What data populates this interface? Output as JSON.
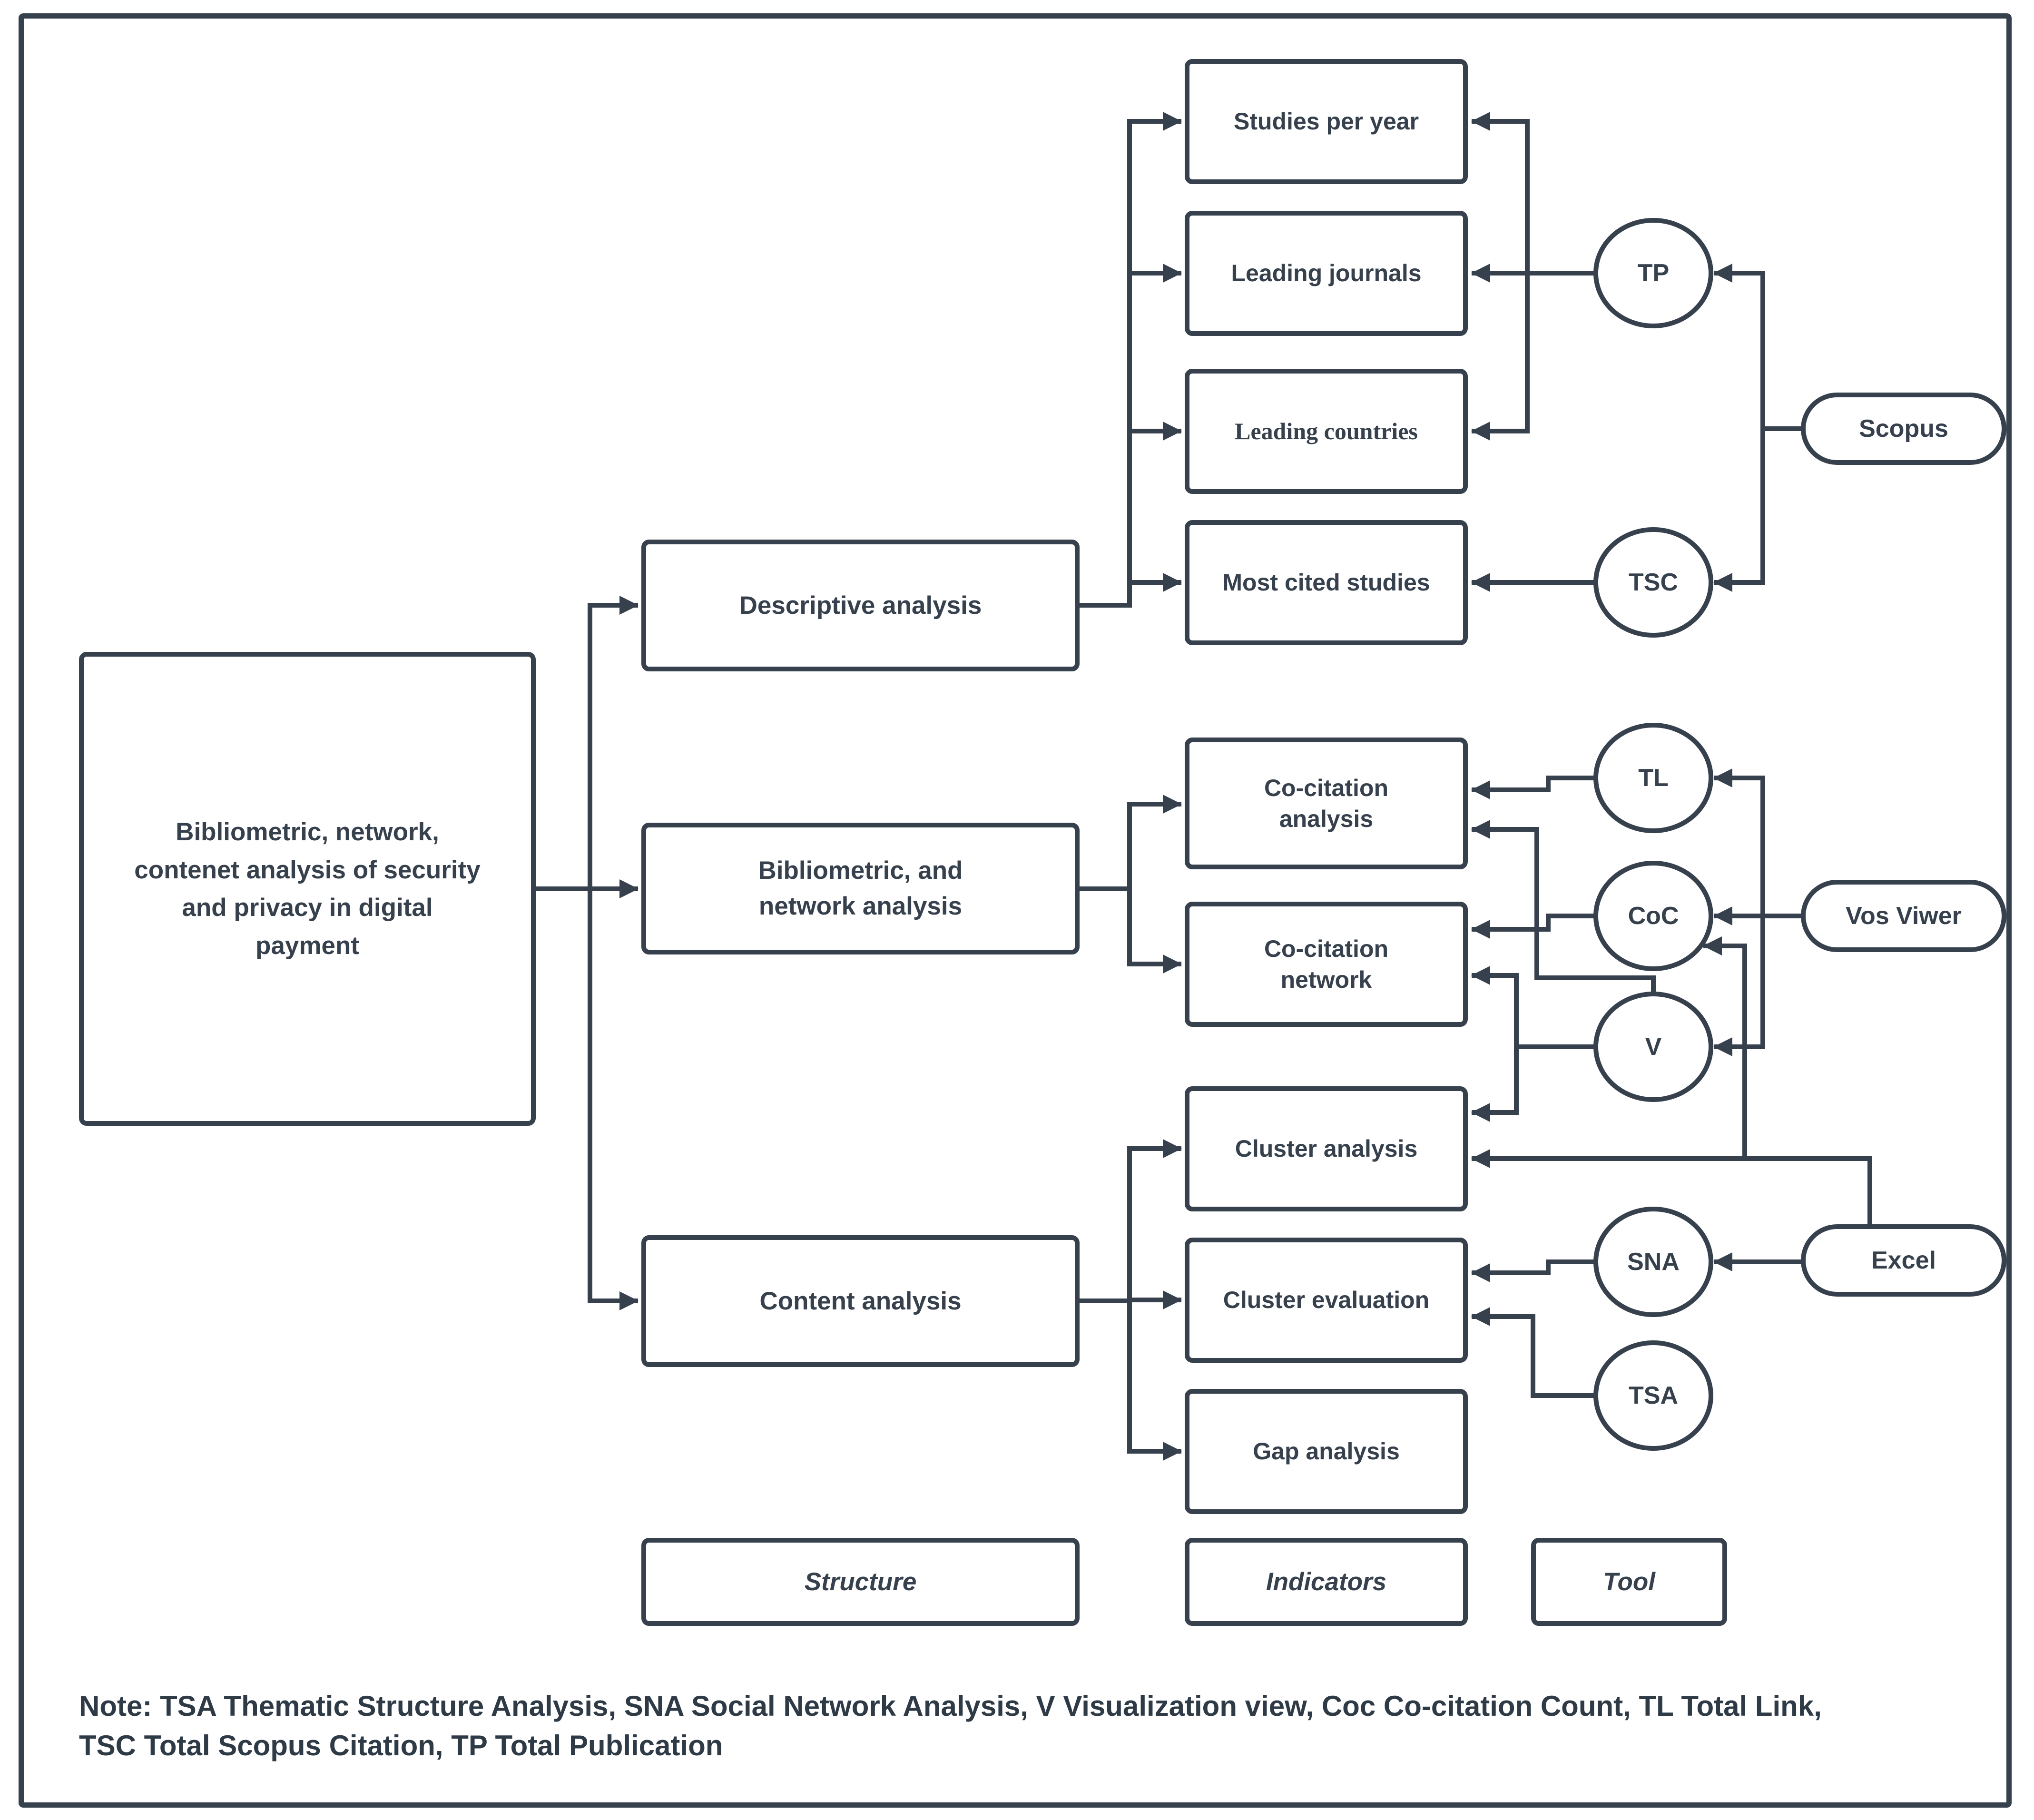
{
  "diagram": {
    "root_label": "Bibliometric, network, contenet analysis of security and privacy in digital payment",
    "structure": {
      "descriptive": "Descriptive analysis",
      "biblio_network": "Bibliometric, and network analysis",
      "content": "Content analysis"
    },
    "indicators": {
      "studies_per_year": "Studies per year",
      "leading_journals": "Leading journals",
      "leading_countries": "Leading countries",
      "most_cited_studies": "Most cited studies",
      "cocitation_analysis": "Co-citation analysis",
      "cocitation_network": "Co-citation network",
      "cluster_analysis": "Cluster analysis",
      "cluster_evaluation": "Cluster evaluation",
      "gap_analysis": "Gap analysis"
    },
    "metrics": {
      "tp": "TP",
      "tsc": "TSC",
      "tl": "TL",
      "coc": "CoC",
      "v": "V",
      "sna": "SNA",
      "tsa": "TSA"
    },
    "tools": {
      "scopus": "Scopus",
      "vosviewer": "Vos Viwer",
      "excel": "Excel"
    },
    "column_labels": {
      "structure": "Structure",
      "indicators": "Indicators",
      "tool": "Tool"
    },
    "note": "Note: TSA Thematic Structure Analysis, SNA Social Network Analysis, V Visualization view, Coc Co-citation Count, TL Total Link, TSC Total Scopus Citation, TP Total Publication",
    "colors": {
      "stroke": "#36414d",
      "background": "#ffffff"
    }
  }
}
